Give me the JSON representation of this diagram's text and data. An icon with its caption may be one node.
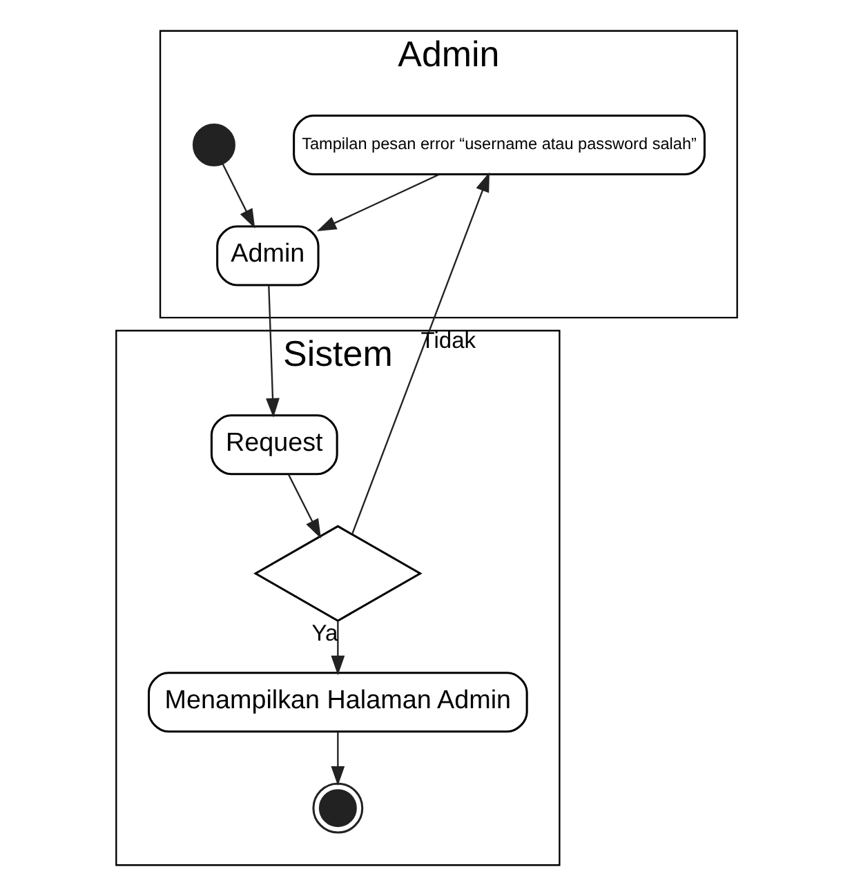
{
  "diagram": {
    "nodes": [
      {
        "text": [
          "Admin"
        ]
      },
      {
        "text": [
          "Sistem"
        ]
      },
      {
        "text": [],
        "shape": "circle",
        "in": 0
      },
      {
        "text": [
          "Admin"
        ],
        "in": 0
      },
      {
        "text": [
          "Request"
        ],
        "in": 1
      },
      {
        "text": [],
        "shape": "diamond",
        "in": 1
      },
      {
        "text": [
          "Tampilan pesan error “username atau password salah”"
        ],
        "in": 0
      },
      {
        "text": [
          "Menampilkan Halaman Admin"
        ],
        "in": 1
      },
      {
        "text": [],
        "shape": "circle",
        "in": 1
      }
    ],
    "edges": [
      {
        "from": 2,
        "to": 3,
        "arrow": "to"
      },
      {
        "from": 3,
        "to": 4,
        "arrow": "to"
      },
      {
        "from": 4,
        "to": 5,
        "arrow": "to"
      },
      {
        "from": 5,
        "to": 6,
        "label": "Tidak",
        "arrow": "to"
      },
      {
        "from": 6,
        "to": 3,
        "arrow": "to"
      },
      {
        "from": 5,
        "to": 7,
        "label": "Ya",
        "arrow": "to"
      },
      {
        "from": 7,
        "to": 8,
        "arrow": "to"
      }
    ]
  }
}
